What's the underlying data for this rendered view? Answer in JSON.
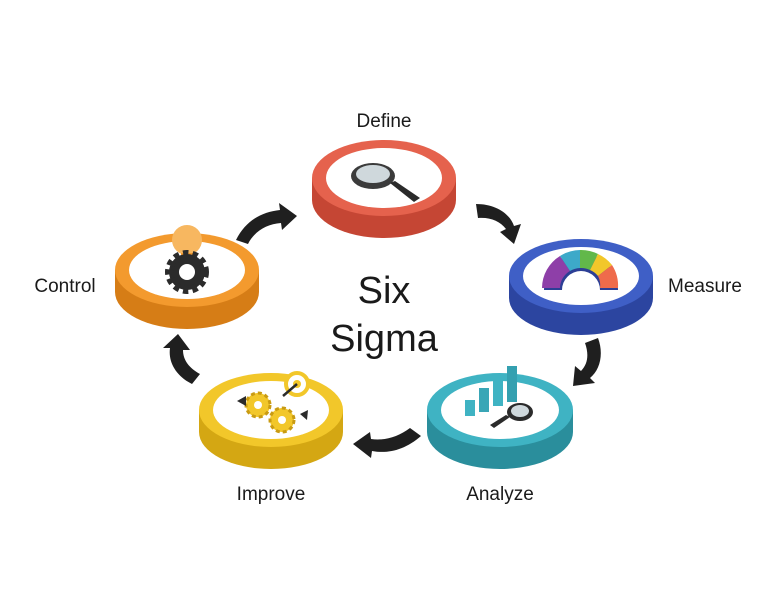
{
  "title": {
    "line1": "Six",
    "line2": "Sigma"
  },
  "stages": [
    {
      "key": "define",
      "label": "Define",
      "color": "#e5624d",
      "icon": "magnifier-icon"
    },
    {
      "key": "measure",
      "label": "Measure",
      "color": "#3f5fc6",
      "icon": "gauge-icon"
    },
    {
      "key": "analyze",
      "label": "Analyze",
      "color": "#3fb3c3",
      "icon": "bar-chart-magnifier-icon"
    },
    {
      "key": "improve",
      "label": "Improve",
      "color": "#f2c72a",
      "icon": "gears-target-icon"
    },
    {
      "key": "control",
      "label": "Control",
      "color": "#f39a2e",
      "icon": "gear-lightbulb-icon"
    }
  ],
  "arrow_color": "#1f1f1f"
}
